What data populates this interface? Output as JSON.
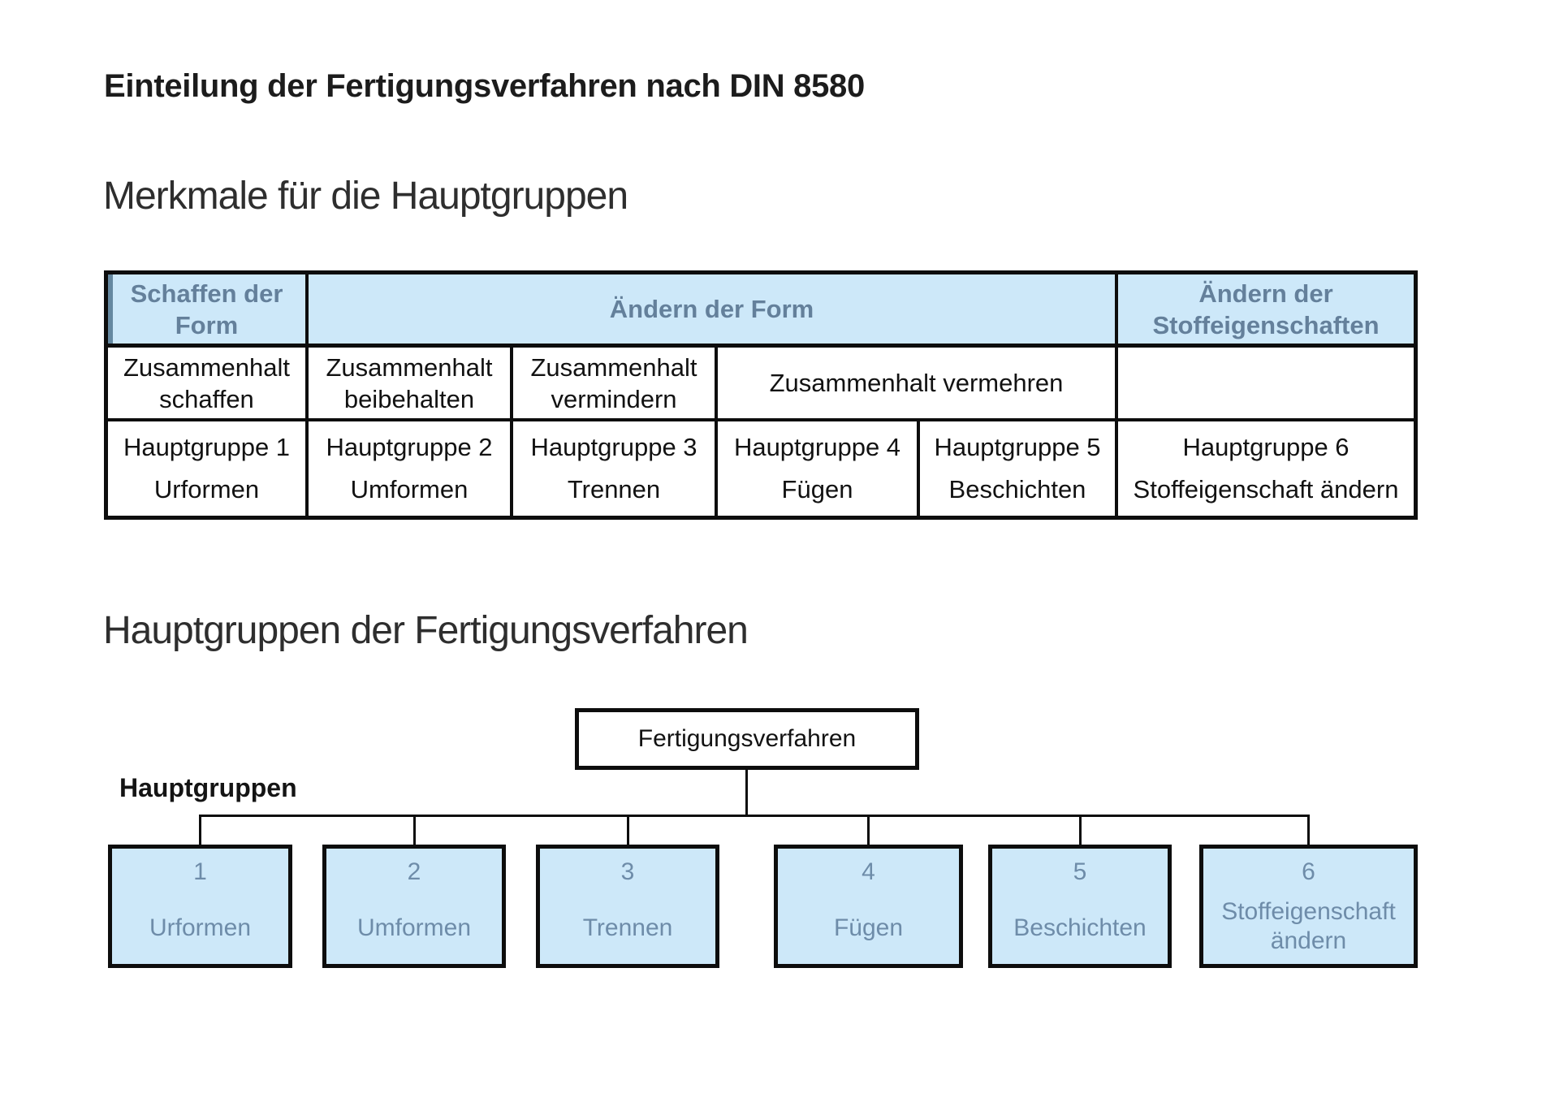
{
  "page": {
    "title": "Einteilung der Fertigungsverfahren nach DIN 8580",
    "section1_heading": "Merkmale für die Hauptgruppen",
    "section2_heading": "Hauptgruppen der Fertigungsverfahren"
  },
  "table": {
    "headers": {
      "col1": "Schaffen der Form",
      "col2_5": "Ändern der Form",
      "col6": "Ändern der Stoffeigenschaften"
    },
    "row_cohesion": {
      "c1": "Zusammenhalt schaffen",
      "c2": "Zusammenhalt beibehalten",
      "c3": "Zusammenhalt vermindern",
      "c4_5": "Zusammenhalt vermehren",
      "c6": ""
    },
    "row_groups": [
      {
        "group": "Hauptgruppe 1",
        "name": "Urformen"
      },
      {
        "group": "Hauptgruppe 2",
        "name": "Umformen"
      },
      {
        "group": "Hauptgruppe 3",
        "name": "Trennen"
      },
      {
        "group": "Hauptgruppe 4",
        "name": "Fügen"
      },
      {
        "group": "Hauptgruppe 5",
        "name": "Beschichten"
      },
      {
        "group": "Hauptgruppe 6",
        "name": "Stoffeigenschaft ändern"
      }
    ]
  },
  "diagram": {
    "root": "Fertigungsverfahren",
    "side_label": "Hauptgruppen",
    "nodes": [
      {
        "number": "1",
        "name": "Urformen"
      },
      {
        "number": "2",
        "name": "Umformen"
      },
      {
        "number": "3",
        "name": "Trennen"
      },
      {
        "number": "4",
        "name": "Fügen"
      },
      {
        "number": "5",
        "name": "Beschichten"
      },
      {
        "number": "6",
        "name": "Stoffeigenschaft ändern"
      }
    ]
  },
  "colors": {
    "light_blue_fill": "#cde8f9",
    "header_text": "#64809b",
    "node_text": "#6e8ca9",
    "line_black": "#0d0d0d",
    "header_left_accent": "#6588a0"
  }
}
